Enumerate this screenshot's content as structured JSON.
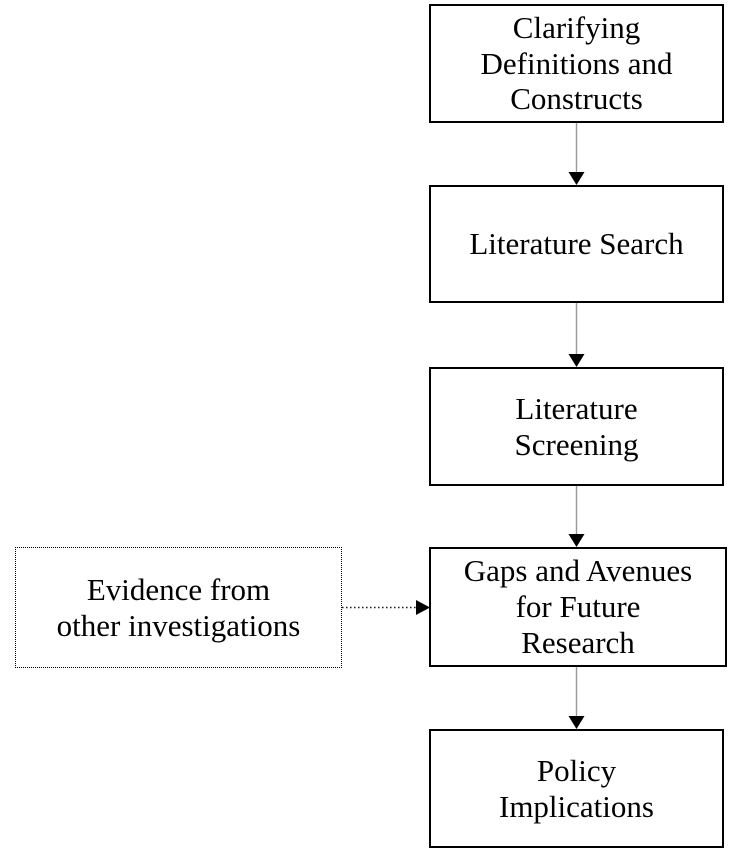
{
  "diagram": {
    "type": "flowchart",
    "background_color": "#ffffff",
    "nodes": [
      {
        "id": "clarifying",
        "label": "Clarifying\nDefinitions and\nConstructs",
        "border_style": "solid"
      },
      {
        "id": "lit-search",
        "label": "Literature Search",
        "border_style": "solid"
      },
      {
        "id": "lit-screening",
        "label": "Literature\nScreening",
        "border_style": "solid"
      },
      {
        "id": "gaps",
        "label": "Gaps and Avenues\nfor Future\nResearch",
        "border_style": "solid"
      },
      {
        "id": "policy",
        "label": "Policy\nImplications",
        "border_style": "solid"
      },
      {
        "id": "evidence",
        "label": "Evidence from\nother investigations",
        "border_style": "dotted"
      }
    ],
    "edges": [
      {
        "from": "clarifying",
        "to": "lit-search",
        "line_style": "solid",
        "direction": "down"
      },
      {
        "from": "lit-search",
        "to": "lit-screening",
        "line_style": "solid",
        "direction": "down"
      },
      {
        "from": "lit-screening",
        "to": "gaps",
        "line_style": "solid",
        "direction": "down"
      },
      {
        "from": "gaps",
        "to": "policy",
        "line_style": "solid",
        "direction": "down"
      },
      {
        "from": "evidence",
        "to": "gaps",
        "line_style": "dotted",
        "direction": "right"
      }
    ],
    "colors": {
      "box_border": "#000000",
      "text": "#000000",
      "connector_line": "#999999",
      "dotted_connector_line": "#1a1a1a",
      "arrowhead": "#000000"
    }
  }
}
